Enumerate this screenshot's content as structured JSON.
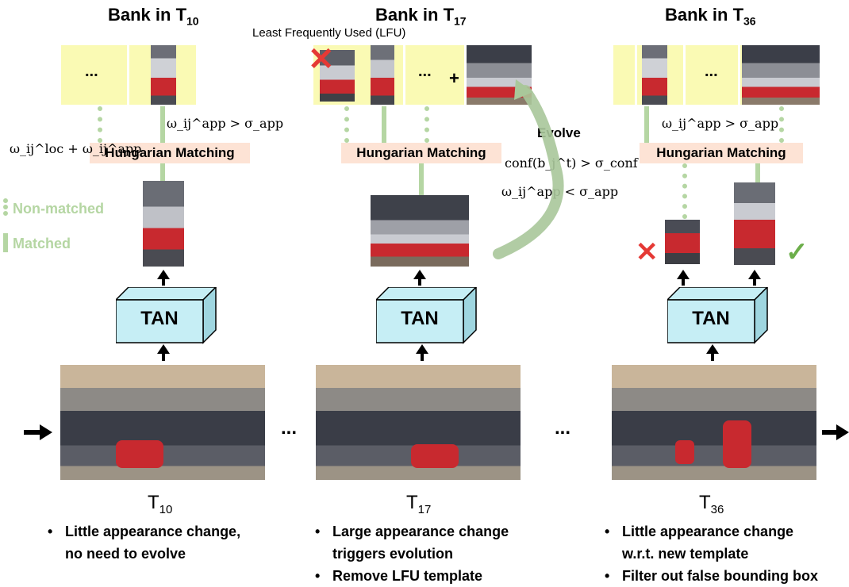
{
  "columns": [
    {
      "bank_title": "Bank in T",
      "bank_sub": "10",
      "bank_dots": "...",
      "matching": "Hungarian Matching",
      "cond_left": "ω_ij^loc + ω_ij^app",
      "cond_right": "ω_ij^app > σ_app",
      "model": "TAN",
      "frame_label": "T",
      "frame_sub": "10",
      "bullets": [
        [
          "Little appearance change,",
          "no need to evolve"
        ]
      ]
    },
    {
      "bank_title": "Bank in T",
      "bank_sub": "17",
      "bank_dots": "...",
      "plus": "+",
      "lfu": "Least Frequently Used (LFU)",
      "matching": "Hungarian Matching",
      "evolve": "Evolve",
      "cond1": "conf(b_j^t) > σ_conf",
      "cond2": "ω_ij^app < σ_app",
      "model": "TAN",
      "frame_label": "T",
      "frame_sub": "17",
      "bullets": [
        [
          "Large appearance change",
          "triggers evolution"
        ],
        [
          "Remove LFU template"
        ]
      ]
    },
    {
      "bank_title": "Bank in T",
      "bank_sub": "36",
      "bank_dots": "...",
      "matching": "Hungarian Matching",
      "cond_right": "ω_ij^app > σ_app",
      "model": "TAN",
      "frame_label": "T",
      "frame_sub": "36",
      "bullets": [
        [
          "Little appearance change",
          "w.r.t. new template"
        ],
        [
          "Filter out false bounding box"
        ]
      ]
    }
  ],
  "legend": {
    "non_matched": "Non-matched",
    "matched": "Matched"
  },
  "between_ellipsis": "...",
  "bullet_char": "•",
  "colors": {
    "bank": "#fafab4",
    "matching": "#fde3d5",
    "tan_box": "#c6eef5",
    "link": "#b5d6a3",
    "cross": "#e53935",
    "check": "#6cae4a"
  }
}
